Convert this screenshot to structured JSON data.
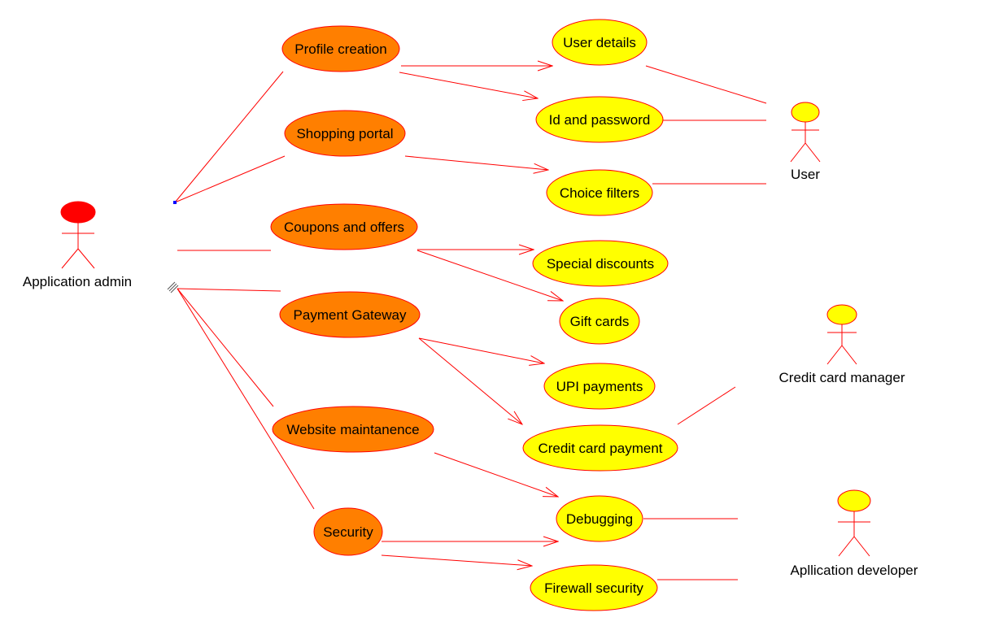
{
  "colors": {
    "line": "#ff0000",
    "primary_fill": "#ff7f00",
    "secondary_fill": "#ffff00",
    "admin_head": "#ff0000",
    "actor_head": "#ffff00",
    "selection_handle": "#0000ff"
  },
  "actors": {
    "admin": "Application admin",
    "user": "User",
    "credit_card_manager": "Credit card manager",
    "developer": "Apllication developer"
  },
  "primary_use_cases": {
    "profile_creation": "Profile creation",
    "shopping_portal": "Shopping portal",
    "coupons_offers": "Coupons and offers",
    "payment_gateway": "Payment Gateway",
    "website_maintenance": "Website maintanence",
    "security": "Security"
  },
  "secondary_use_cases": {
    "user_details": "User details",
    "id_password": "Id and password",
    "choice_filters": "Choice filters",
    "special_discounts": "Special discounts",
    "gift_cards": "Gift cards",
    "upi_payments": "UPI payments",
    "credit_card_payment": "Credit card payment",
    "debugging": "Debugging",
    "firewall_security": "Firewall security"
  }
}
